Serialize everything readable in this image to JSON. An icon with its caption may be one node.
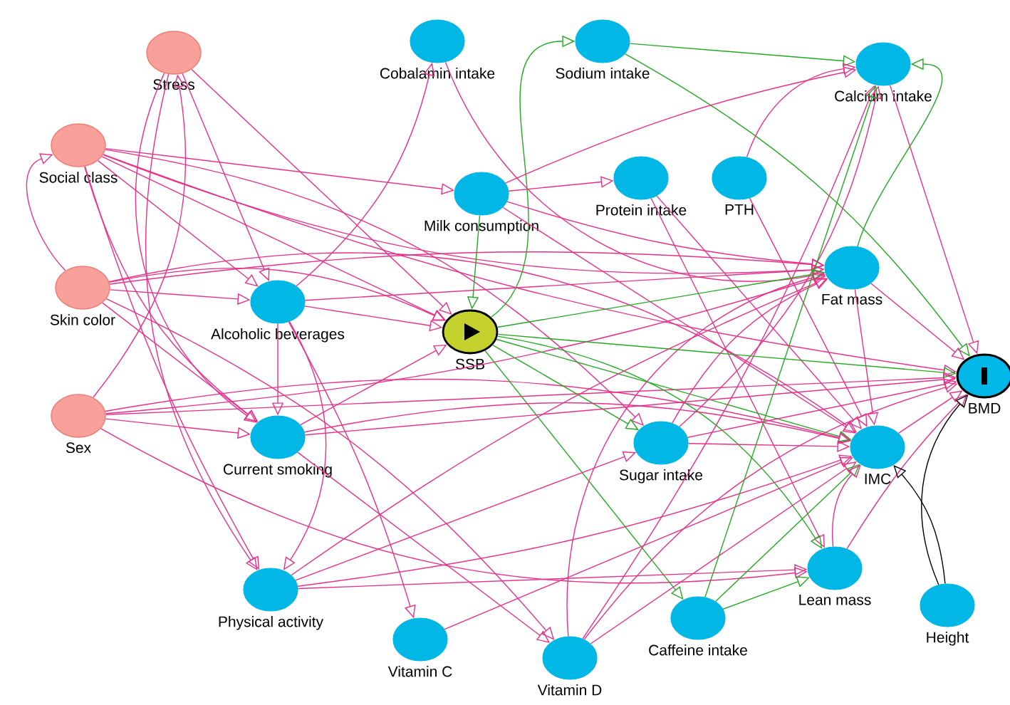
{
  "diagram": {
    "nodes": [
      {
        "text": [
          "Stress"
        ]
      },
      {
        "text": [
          "Social class"
        ]
      },
      {
        "text": [
          "Skin color"
        ]
      },
      {
        "text": [
          "Sex"
        ]
      },
      {
        "text": [
          "Cobalamin intake"
        ]
      },
      {
        "text": [
          "Sodium intake"
        ]
      },
      {
        "text": [
          "Calcium intake"
        ]
      },
      {
        "text": [
          "Milk consumption"
        ]
      },
      {
        "text": [
          "Protein intake"
        ]
      },
      {
        "text": [
          "PTH"
        ]
      },
      {
        "text": [
          "Fat mass"
        ]
      },
      {
        "text": [
          "Alcoholic beverages"
        ]
      },
      {
        "text": [
          "SSB"
        ]
      },
      {
        "text": [
          "BMD"
        ]
      },
      {
        "text": [
          "Current smoking"
        ]
      },
      {
        "text": [
          "Sugar intake"
        ]
      },
      {
        "text": [
          "IMC"
        ]
      },
      {
        "text": [
          "Physical activity"
        ]
      },
      {
        "text": [
          "Vitamin C"
        ]
      },
      {
        "text": [
          "Vitamin D"
        ]
      },
      {
        "text": [
          "Caffeine intake"
        ]
      },
      {
        "text": [
          "Lean mass"
        ]
      },
      {
        "text": [
          "Height"
        ]
      }
    ],
    "edges": [
      {
        "from": 3,
        "to": 0,
        "arrow": "to"
      },
      {
        "from": 0,
        "to": 11,
        "arrow": "to"
      },
      {
        "from": 0,
        "to": 14,
        "arrow": "to"
      },
      {
        "from": 0,
        "to": 12,
        "arrow": "to"
      },
      {
        "from": 0,
        "to": 17,
        "arrow": "to"
      },
      {
        "from": 2,
        "to": 1,
        "arrow": "to"
      },
      {
        "from": 1,
        "to": 7,
        "arrow": "to"
      },
      {
        "from": 1,
        "to": 11,
        "arrow": "to"
      },
      {
        "from": 1,
        "to": 12,
        "arrow": "to"
      },
      {
        "from": 1,
        "to": 14,
        "arrow": "to"
      },
      {
        "from": 1,
        "to": 17,
        "arrow": "to"
      },
      {
        "from": 1,
        "to": 10,
        "arrow": "to"
      },
      {
        "from": 1,
        "to": 15,
        "arrow": "to"
      },
      {
        "from": 1,
        "to": 13,
        "arrow": "to"
      },
      {
        "from": 2,
        "to": 11,
        "arrow": "to"
      },
      {
        "from": 2,
        "to": 12,
        "arrow": "to"
      },
      {
        "from": 2,
        "to": 14,
        "arrow": "to"
      },
      {
        "from": 2,
        "to": 10,
        "arrow": "to"
      },
      {
        "from": 2,
        "to": 16,
        "arrow": "to"
      },
      {
        "from": 2,
        "to": 19,
        "arrow": "to"
      },
      {
        "from": 3,
        "to": 14,
        "arrow": "to"
      },
      {
        "from": 3,
        "to": 16,
        "arrow": "to"
      },
      {
        "from": 3,
        "to": 13,
        "arrow": "to"
      },
      {
        "from": 3,
        "to": 21,
        "arrow": "to"
      },
      {
        "from": 3,
        "to": 10,
        "arrow": "to"
      },
      {
        "from": 11,
        "to": 4,
        "arrow": "to"
      },
      {
        "from": 4,
        "to": 10,
        "arrow": "to"
      },
      {
        "from": 5,
        "to": 6,
        "arrow": "to",
        "color": "#22aa22"
      },
      {
        "from": 5,
        "to": 13,
        "arrow": "to",
        "color": "#22aa22"
      },
      {
        "from": 12,
        "to": 5,
        "arrow": "to",
        "color": "#22aa22"
      },
      {
        "from": 7,
        "to": 8,
        "arrow": "to"
      },
      {
        "from": 7,
        "to": 6,
        "arrow": "to"
      },
      {
        "from": 7,
        "to": 10,
        "arrow": "to"
      },
      {
        "from": 7,
        "to": 16,
        "arrow": "to"
      },
      {
        "from": 7,
        "to": 12,
        "arrow": "to",
        "color": "#22aa22"
      },
      {
        "from": 8,
        "to": 16,
        "arrow": "to"
      },
      {
        "from": 8,
        "to": 21,
        "arrow": "to"
      },
      {
        "from": 9,
        "to": 6,
        "arrow": "to"
      },
      {
        "from": 9,
        "to": 16,
        "arrow": "to"
      },
      {
        "from": 6,
        "to": 13,
        "arrow": "to"
      },
      {
        "from": 10,
        "to": 6,
        "arrow": "to",
        "color": "#22aa22"
      },
      {
        "from": 15,
        "to": 6,
        "arrow": "to"
      },
      {
        "from": 19,
        "to": 6,
        "arrow": "to"
      },
      {
        "from": 10,
        "to": 13,
        "arrow": "to"
      },
      {
        "from": 10,
        "to": 16,
        "arrow": "to"
      },
      {
        "from": 11,
        "to": 12,
        "arrow": "to"
      },
      {
        "from": 11,
        "to": 10,
        "arrow": "to"
      },
      {
        "from": 11,
        "to": 14,
        "arrow": "to"
      },
      {
        "from": 11,
        "to": 18,
        "arrow": "to"
      },
      {
        "from": 11,
        "to": 17,
        "arrow": "to"
      },
      {
        "from": 12,
        "to": 10,
        "arrow": "to",
        "color": "#22aa22"
      },
      {
        "from": 12,
        "to": 13,
        "arrow": "to",
        "color": "#22aa22"
      },
      {
        "from": 12,
        "to": 16,
        "arrow": "to",
        "color": "#22aa22"
      },
      {
        "from": 12,
        "to": 15,
        "arrow": "to",
        "color": "#22aa22"
      },
      {
        "from": 12,
        "to": 20,
        "arrow": "to",
        "color": "#22aa22"
      },
      {
        "from": 12,
        "to": 21,
        "arrow": "to",
        "color": "#22aa22"
      },
      {
        "from": 14,
        "to": 16,
        "arrow": "to"
      },
      {
        "from": 14,
        "to": 13,
        "arrow": "to"
      },
      {
        "from": 14,
        "to": 19,
        "arrow": "to"
      },
      {
        "from": 14,
        "to": 12,
        "arrow": "to"
      },
      {
        "from": 15,
        "to": 16,
        "arrow": "to"
      },
      {
        "from": 15,
        "to": 13,
        "arrow": "to"
      },
      {
        "from": 15,
        "to": 10,
        "arrow": "to"
      },
      {
        "from": 16,
        "to": 13,
        "arrow": "to"
      },
      {
        "from": 17,
        "to": 21,
        "arrow": "to"
      },
      {
        "from": 17,
        "to": 16,
        "arrow": "to"
      },
      {
        "from": 17,
        "to": 10,
        "arrow": "to"
      },
      {
        "from": 17,
        "to": 15,
        "arrow": "to"
      },
      {
        "from": 18,
        "to": 16,
        "arrow": "to"
      },
      {
        "from": 19,
        "to": 10,
        "arrow": "to"
      },
      {
        "from": 19,
        "to": 16,
        "arrow": "to"
      },
      {
        "from": 19,
        "to": 13,
        "arrow": "to"
      },
      {
        "from": 20,
        "to": 21,
        "arrow": "to",
        "color": "#22aa22"
      },
      {
        "from": 20,
        "to": 16,
        "arrow": "to",
        "color": "#22aa22"
      },
      {
        "from": 20,
        "to": 6,
        "arrow": "to",
        "color": "#22aa22"
      },
      {
        "from": 21,
        "to": 13,
        "arrow": "to"
      },
      {
        "from": 21,
        "to": 16,
        "arrow": "to"
      },
      {
        "from": 22,
        "to": 16,
        "arrow": "to",
        "color": "#000000"
      },
      {
        "from": 22,
        "to": 13,
        "arrow": "to",
        "color": "#000000"
      }
    ]
  }
}
